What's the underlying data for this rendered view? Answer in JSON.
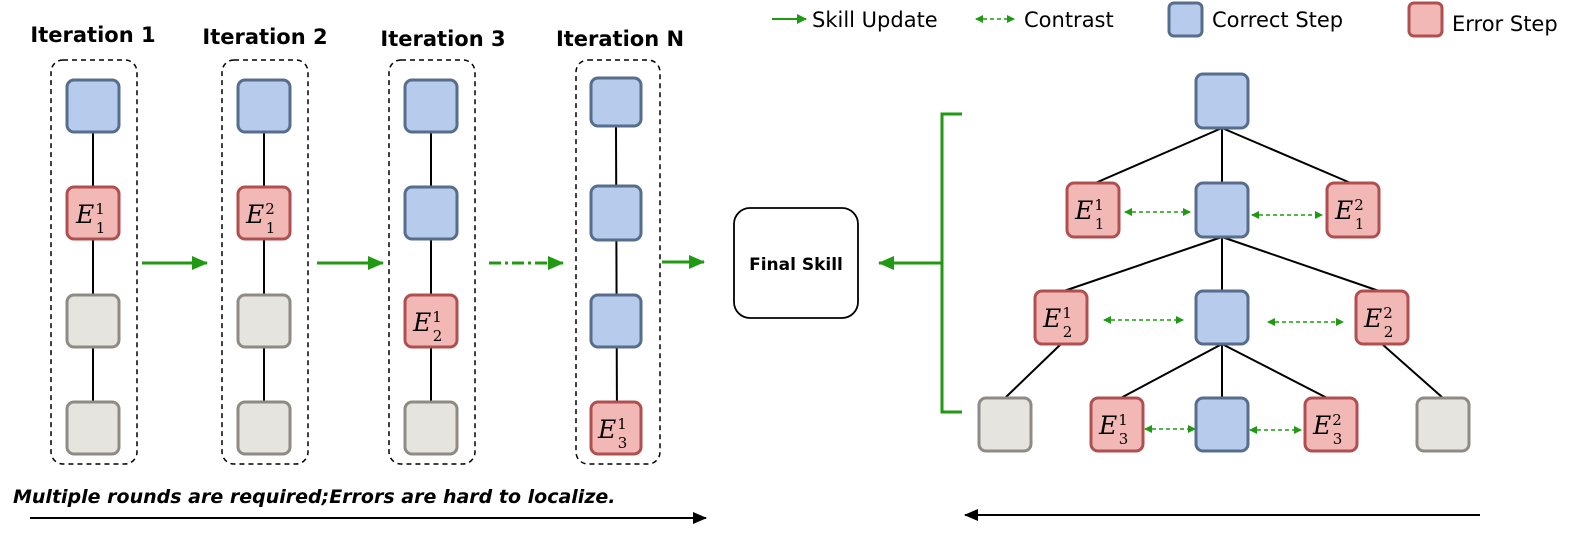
{
  "legend": {
    "skill_update": "Skill Update",
    "contrast": "Contrast",
    "correct_step": "Correct Step",
    "error_step": "Error Step"
  },
  "colors": {
    "correct_fill": "#b7ccec",
    "correct_stroke": "#576d8c",
    "error_fill": "#f2b8b5",
    "error_stroke": "#b04f4f",
    "pending_fill": "#e6e4df",
    "pending_stroke": "#8f8b84",
    "arrow_green": "#1f9a12"
  },
  "iterations": [
    {
      "title": "Iteration 1",
      "nodes": [
        "correct",
        "error",
        "pending",
        "pending"
      ],
      "error_labels": [
        {
          "base": "E",
          "sub": "1",
          "sup": "1"
        }
      ]
    },
    {
      "title": "Iteration 2",
      "nodes": [
        "correct",
        "error",
        "pending",
        "pending"
      ],
      "error_labels": [
        {
          "base": "E",
          "sub": "1",
          "sup": "2"
        }
      ]
    },
    {
      "title": "Iteration 3",
      "nodes": [
        "correct",
        "correct",
        "error",
        "pending"
      ],
      "error_labels": [
        {
          "base": "E",
          "sub": "2",
          "sup": "1"
        }
      ]
    },
    {
      "title": "Iteration N",
      "nodes": [
        "correct",
        "correct",
        "correct",
        "error"
      ],
      "error_labels": [
        {
          "base": "E",
          "sub": "3",
          "sup": "1"
        }
      ]
    }
  ],
  "final_skill": "Final Skill",
  "caption": "Multiple rounds are required;Errors are hard to localize.",
  "tree": {
    "level1": [
      {
        "base": "E",
        "sub": "1",
        "sup": "1"
      },
      {
        "base": "E",
        "sub": "1",
        "sup": "2"
      }
    ],
    "level2": [
      {
        "base": "E",
        "sub": "2",
        "sup": "1"
      },
      {
        "base": "E",
        "sub": "2",
        "sup": "2"
      }
    ],
    "level3": [
      {
        "base": "E",
        "sub": "3",
        "sup": "1"
      },
      {
        "base": "E",
        "sub": "3",
        "sup": "2"
      }
    ]
  }
}
